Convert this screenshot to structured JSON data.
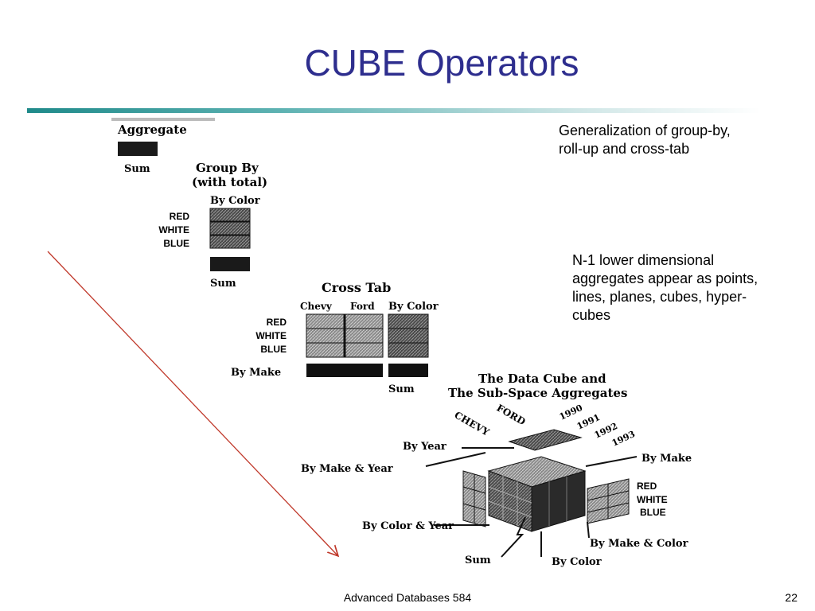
{
  "slide": {
    "title": "CUBE Operators",
    "note1": "Generalization of group-by, roll-up and cross-tab",
    "note2": "N-1 lower dimensional aggregates appear as points, lines, planes, cubes, hyper-cubes",
    "footer": "Advanced Databases 584",
    "page_number": "22"
  },
  "figure": {
    "aggregate": {
      "heading": "Aggregate",
      "sum": "Sum"
    },
    "group_by": {
      "heading_1": "Group By",
      "heading_2": "(with total)",
      "by_color": "By Color",
      "rows": [
        "RED",
        "WHITE",
        "BLUE"
      ],
      "sum": "Sum"
    },
    "cross_tab": {
      "heading": "Cross Tab",
      "col_chevy": "Chevy",
      "col_ford": "Ford",
      "by_color": "By Color",
      "rows": [
        "RED",
        "WHITE",
        "BLUE"
      ],
      "by_make": "By Make",
      "sum": "Sum"
    },
    "data_cube": {
      "heading_1": "The Data Cube and",
      "heading_2": "The Sub-Space Aggregates",
      "makes": [
        "CHEVY",
        "FORD"
      ],
      "years": [
        "1990",
        "1991",
        "1992",
        "1993"
      ],
      "by_year": "By Year",
      "by_make_year": "By Make & Year",
      "by_make": "By Make",
      "colors": [
        "RED",
        "WHITE",
        "BLUE"
      ],
      "by_color_year": "By Color & Year",
      "by_make_color": "By Make & Color",
      "sum": "Sum",
      "by_color": "By Color"
    }
  },
  "colors": {
    "title": "#2e2e8e",
    "rule": "#1f8a8a",
    "arrow": "#c0392b"
  }
}
